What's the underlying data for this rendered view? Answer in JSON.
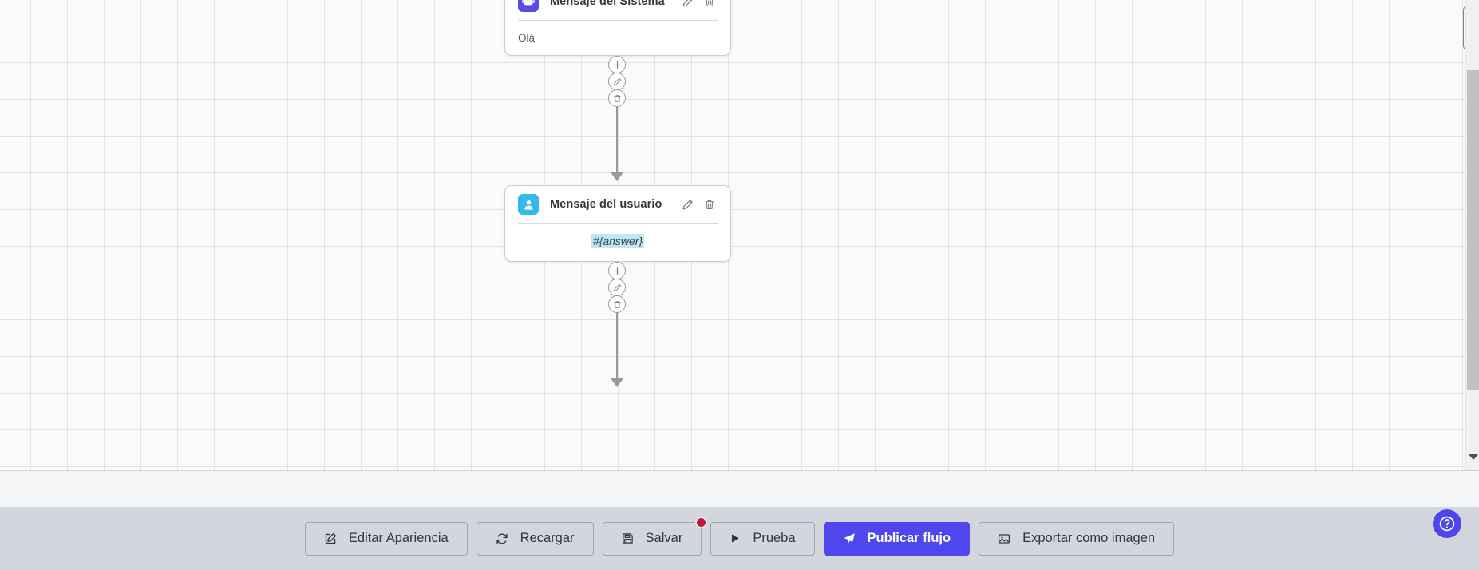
{
  "canvas": {
    "nodes": [
      {
        "id": "system-message",
        "title": "Mensaje del Sistema",
        "icon": "robot-icon",
        "icon_color": "#5b4ae8",
        "body_text": "Olá",
        "body_align": "left",
        "edit_label": "edit-icon",
        "delete_label": "trash-icon"
      },
      {
        "id": "user-message",
        "title": "Mensaje del usuario",
        "icon": "user-icon",
        "icon_color": "#35b8ec",
        "body_text": "#{answer}",
        "body_align": "center",
        "is_variable": true,
        "variable_highlight": "#bfe6f3",
        "edit_label": "edit-icon",
        "delete_label": "trash-icon"
      }
    ],
    "edge_tools": [
      {
        "add": "plus-icon",
        "edit": "pencil-icon",
        "delete": "trash-icon"
      },
      {
        "add": "plus-icon",
        "edit": "pencil-icon",
        "delete": "trash-icon"
      }
    ]
  },
  "scrollbar": {
    "orientation": "vertical",
    "down_arrow": "chevron-down-icon"
  },
  "toolbar": {
    "buttons": [
      {
        "label": "Editar Apariencia",
        "icon": "edit-square-icon",
        "variant": "default",
        "badge": false
      },
      {
        "label": "Recargar",
        "icon": "refresh-icon",
        "variant": "default",
        "badge": false
      },
      {
        "label": "Salvar",
        "icon": "save-icon",
        "variant": "default",
        "badge": true
      },
      {
        "label": "Prueba",
        "icon": "play-icon",
        "variant": "default",
        "badge": false
      },
      {
        "label": "Publicar flujo",
        "icon": "rocket-icon",
        "variant": "primary",
        "badge": false
      },
      {
        "label": "Exportar como imagen",
        "icon": "image-icon",
        "variant": "default",
        "badge": false
      }
    ],
    "primary_color": "#4f46ee",
    "badge_color": "#c0183a"
  },
  "help": {
    "icon": "question-circle-icon",
    "color": "#4f46ee"
  }
}
